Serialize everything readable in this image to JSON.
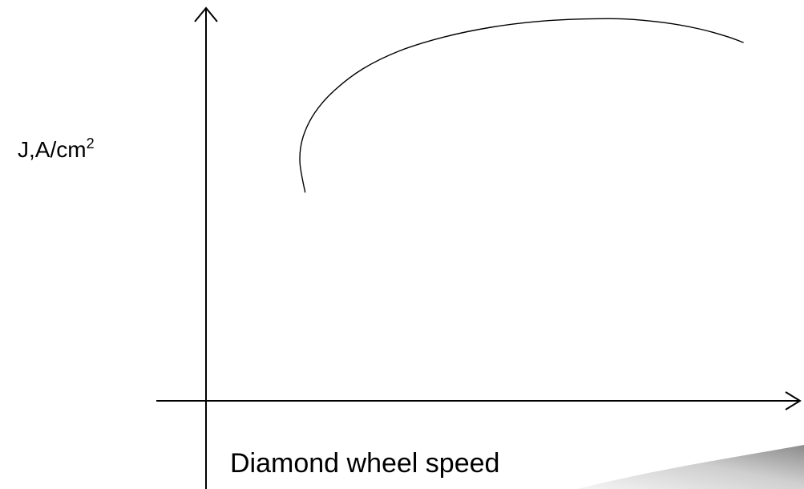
{
  "chart_data": {
    "type": "line",
    "title": "",
    "ylabel": "J,A/cm",
    "ylabel_superscript": "2",
    "xlabel": "Diamond wheel speed",
    "x_ticks": [],
    "y_ticks": [],
    "grid": false,
    "legend": "none",
    "xlim": [
      0,
      100
    ],
    "ylim": [
      0,
      100
    ],
    "series": [
      {
        "color": "#000000",
        "points": [
          [
            16.7,
            53.0
          ],
          [
            15.8,
            60.8
          ],
          [
            16.3,
            67.0
          ],
          [
            18.3,
            73.3
          ],
          [
            21.6,
            79.0
          ],
          [
            26.4,
            84.5
          ],
          [
            32.6,
            89.1
          ],
          [
            40.0,
            92.6
          ],
          [
            48.0,
            95.1
          ],
          [
            56.0,
            96.6
          ],
          [
            63.5,
            97.2
          ],
          [
            70.5,
            97.2
          ],
          [
            77.0,
            96.3
          ],
          [
            82.7,
            94.8
          ],
          [
            87.6,
            92.8
          ],
          [
            90.5,
            91.2
          ]
        ]
      }
    ],
    "colors": {
      "background": "#ffffff",
      "axis": "#000000",
      "curve": "#000000",
      "corner_shade_light": "#f4f4f4",
      "corner_shade_dark": "#8c8c8c"
    }
  }
}
